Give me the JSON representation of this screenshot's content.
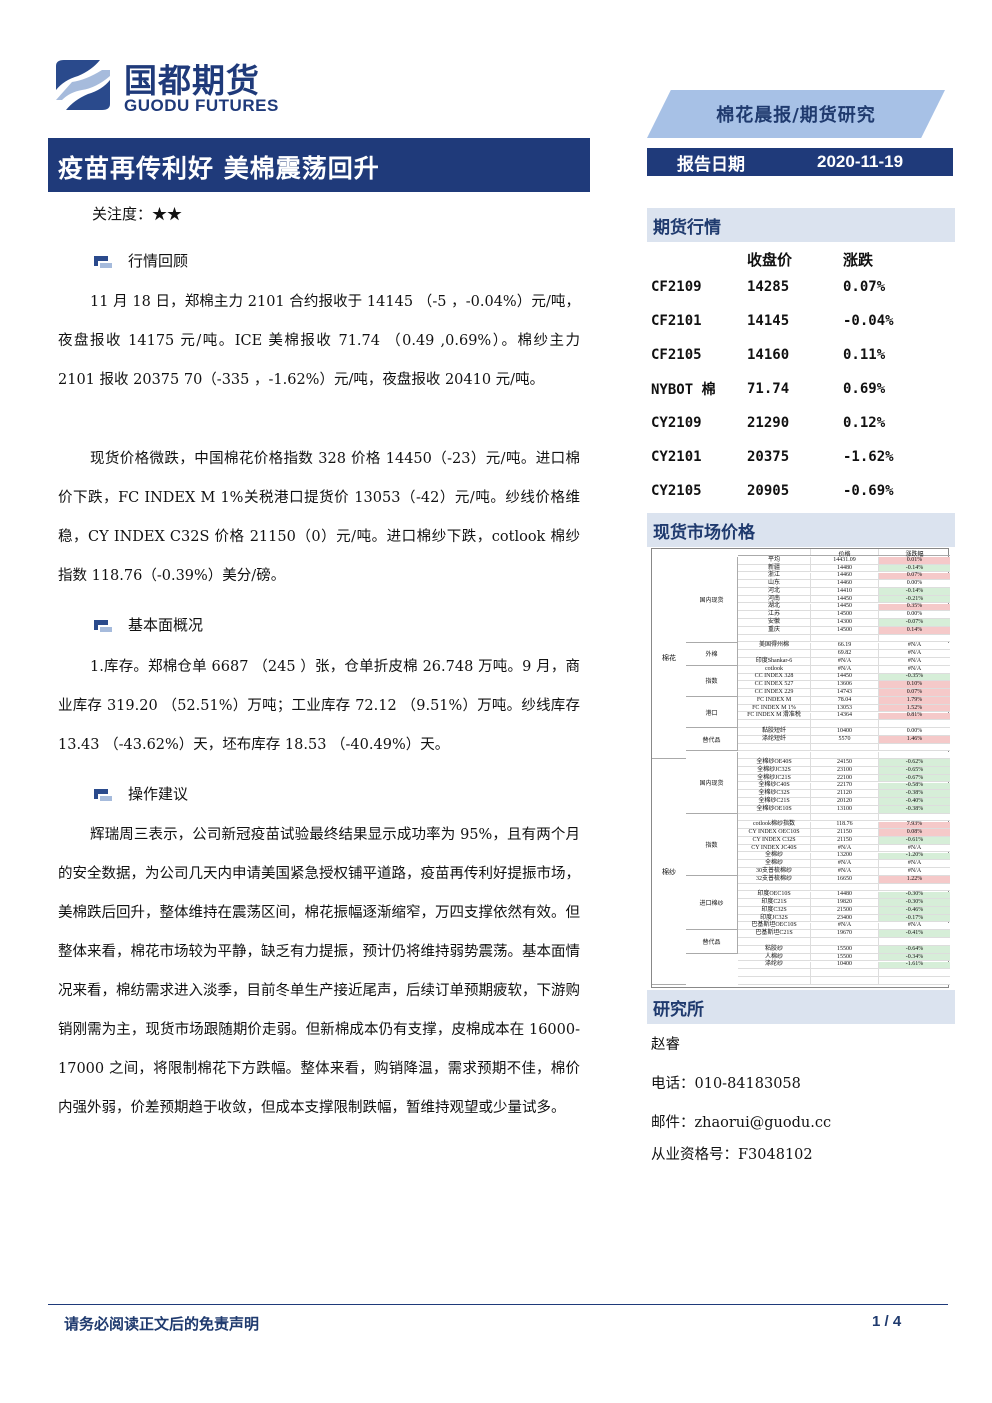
{
  "header": {
    "logo_cn": "国都期货",
    "logo_en": "GUODU FUTURES",
    "banner": "棉花晨报/期货研究",
    "title": "疫苗再传利好 美棉震荡回升",
    "date_label": "报告日期",
    "date_value": "2020-11-19"
  },
  "attention": "关注度：★★",
  "sections": [
    {
      "heading": "行情回顾",
      "paragraphs": [
        "11 月 18 日，郑棉主力 2101 合约报收于 14145 （-5 ，-0.04%）元/吨，夜盘报收 14175 元/吨。ICE 美棉报收 71.74 （0.49 ,0.69%）。棉纱主力 2101 报收 20375 70（-335 ，-1.62%）元/吨，夜盘报收 20410 元/吨。",
        "现货价格微跌，中国棉花价格指数 328 价格 14450（-23）元/吨。进口棉价下跌，FC INDEX M 1%关税港口提货价 13053（-42）元/吨。纱线价格维稳，CY INDEX C32S 价格 21150（0）元/吨。进口棉纱下跌，cotlook 棉纱指数 118.76（-0.39%）美分/磅。"
      ]
    },
    {
      "heading": "基本面概况",
      "paragraphs": [
        "1.库存。郑棉仓单 6687 （245 ）张，仓单折皮棉 26.748 万吨。9 月，商业库存 319.20 （52.51%）万吨；工业库存 72.12 （9.51%）万吨。纱线库存 13.43 （-43.62%）天，坯布库存 18.53 （-40.49%）天。"
      ]
    },
    {
      "heading": "操作建议",
      "paragraphs": [
        "辉瑞周三表示，公司新冠疫苗试验最终结果显示成功率为 95%，且有两个月的安全数据，为公司几天内申请美国紧急授权铺平道路，疫苗再传利好提振市场，美棉跌后回升，整体维持在震荡区间，棉花振幅逐渐缩窄，万四支撑依然有效。但整体来看，棉花市场较为平静，缺乏有力提振，预计仍将维持弱势震荡。基本面情况来看，棉纺需求进入淡季，目前冬单生产接近尾声，后续订单预期疲软，下游购销刚需为主，现货市场跟随期价走弱。但新棉成本仍有支撑，皮棉成本在 16000-17000 之间，将限制棉花下方跌幅。整体来看，购销降温，需求预期不佳，棉价内强外弱，价差预期趋于收敛，但成本支撑限制跌幅，暂维持观望或少量试多。"
      ]
    }
  ],
  "futures": {
    "heading": "期货行情",
    "col_close": "收盘价",
    "col_change": "涨跌",
    "rows": [
      {
        "name": "CF2109",
        "close": "14285",
        "change": "0.07%"
      },
      {
        "name": "CF2101",
        "close": "14145",
        "change": "-0.04%"
      },
      {
        "name": "CF2105",
        "close": "14160",
        "change": "0.11%"
      },
      {
        "name": "NYBOT 棉",
        "close": "71.74",
        "change": "0.69%"
      },
      {
        "name": "CY2109",
        "close": "21290",
        "change": "0.12%"
      },
      {
        "name": "CY2101",
        "close": "20375",
        "change": "-1.62%"
      },
      {
        "name": "CY2105",
        "close": "20905",
        "change": "-0.69%"
      }
    ]
  },
  "spot": {
    "heading": "现货市场价格",
    "col_price": "价格",
    "col_change": "涨跌幅",
    "groups": [
      {
        "name": "棉花",
        "rows": 26
      },
      {
        "name": "棉纱",
        "rows": 29
      }
    ],
    "subgroups": [
      {
        "name": "国内现货",
        "rows": 11
      },
      {
        "name": "外棉",
        "rows": 3
      },
      {
        "name": "指数",
        "rows": 4
      },
      {
        "name": "港口",
        "rows": 4
      },
      {
        "name": "替代品",
        "rows": 3
      },
      {
        "name": "国内现货",
        "rows": 8
      },
      {
        "name": "指数",
        "rows": 8
      },
      {
        "name": "进口棉纱",
        "rows": 7
      },
      {
        "name": "替代品",
        "rows": 3
      }
    ],
    "rows": [
      {
        "item": "平均",
        "price": "14431.09",
        "change": "0.01%",
        "tone": "pos"
      },
      {
        "item": "新疆",
        "price": "14480",
        "change": "-0.14%",
        "tone": "neg"
      },
      {
        "item": "浙江",
        "price": "14460",
        "change": "0.07%",
        "tone": "pos"
      },
      {
        "item": "山东",
        "price": "14460",
        "change": "0.00%",
        "tone": "neu"
      },
      {
        "item": "河北",
        "price": "14410",
        "change": "-0.14%",
        "tone": "neg"
      },
      {
        "item": "河南",
        "price": "14450",
        "change": "-0.21%",
        "tone": "neg"
      },
      {
        "item": "湖北",
        "price": "14450",
        "change": "0.35%",
        "tone": "pos"
      },
      {
        "item": "江苏",
        "price": "14500",
        "change": "0.00%",
        "tone": "neu"
      },
      {
        "item": "安徽",
        "price": "14300",
        "change": "-0.07%",
        "tone": "neg"
      },
      {
        "item": "重庆",
        "price": "14500",
        "change": "0.14%",
        "tone": "pos"
      },
      {
        "item": "",
        "price": "",
        "change": "",
        "tone": "neu"
      },
      {
        "item": "美国得州棉",
        "price": "66.19",
        "change": "#N/A",
        "tone": "neu"
      },
      {
        "item": "",
        "price": "69.82",
        "change": "#N/A",
        "tone": "neu"
      },
      {
        "item": "印度Shankar-6",
        "price": "#N/A",
        "change": "#N/A",
        "tone": "neu"
      },
      {
        "item": "cotlook",
        "price": "#N/A",
        "change": "#N/A",
        "tone": "neu"
      },
      {
        "item": "CC INDEX 328",
        "price": "14450",
        "change": "-0.35%",
        "tone": "neg"
      },
      {
        "item": "CC INDEX 527",
        "price": "13606",
        "change": "0.10%",
        "tone": "pos"
      },
      {
        "item": "CC INDEX 229",
        "price": "14743",
        "change": "0.07%",
        "tone": "pos"
      },
      {
        "item": "FC INDEX M",
        "price": "78.04",
        "change": "1.79%",
        "tone": "pos"
      },
      {
        "item": "FC INDEX M 1%",
        "price": "13053",
        "change": "1.52%",
        "tone": "pos"
      },
      {
        "item": "FC INDEX M 滑准税",
        "price": "14364",
        "change": "0.81%",
        "tone": "pos"
      },
      {
        "item": "",
        "price": "",
        "change": "",
        "tone": "neu"
      },
      {
        "item": "黏胶短纤",
        "price": "10400",
        "change": "0.00%",
        "tone": "neu"
      },
      {
        "item": "涤纶短纤",
        "price": "5570",
        "change": "1.46%",
        "tone": "pos"
      },
      {
        "item": "",
        "price": "",
        "change": "",
        "tone": "neu"
      },
      {
        "item": "",
        "price": "",
        "change": "",
        "tone": "neu"
      },
      {
        "item": "全棉纱OE40S",
        "price": "24150",
        "change": "-0.62%",
        "tone": "neg"
      },
      {
        "item": "全棉纱JC32S",
        "price": "23100",
        "change": "-0.65%",
        "tone": "neg"
      },
      {
        "item": "全棉纱JC21S",
        "price": "22100",
        "change": "-0.67%",
        "tone": "neg"
      },
      {
        "item": "全棉纱C40S",
        "price": "22170",
        "change": "-0.58%",
        "tone": "neg"
      },
      {
        "item": "全棉纱C32S",
        "price": "21120",
        "change": "-0.38%",
        "tone": "neg"
      },
      {
        "item": "全棉纱C21S",
        "price": "20120",
        "change": "-0.40%",
        "tone": "neg"
      },
      {
        "item": "全棉纱OE10S",
        "price": "13100",
        "change": "-0.38%",
        "tone": "neg"
      },
      {
        "item": "",
        "price": "",
        "change": "",
        "tone": "neu"
      },
      {
        "item": "cotlook棉纱指数",
        "price": "118.76",
        "change": "7.93%",
        "tone": "pos"
      },
      {
        "item": "CY INDEX OEC10S",
        "price": "21150",
        "change": "0.08%",
        "tone": "pos"
      },
      {
        "item": "CY INDEX C32S",
        "price": "21150",
        "change": "-0.61%",
        "tone": "neg"
      },
      {
        "item": "CY INDEX JC40S",
        "price": "#N/A",
        "change": "#N/A",
        "tone": "neu"
      },
      {
        "item": "全棉纱",
        "price": "13200",
        "change": "-1.20%",
        "tone": "neg"
      },
      {
        "item": "全棉纱",
        "price": "#N/A",
        "change": "#N/A",
        "tone": "neu"
      },
      {
        "item": "30支普梳棉纱",
        "price": "#N/A",
        "change": "#N/A",
        "tone": "neu"
      },
      {
        "item": "32支普梳棉纱",
        "price": "16650",
        "change": "1.22%",
        "tone": "pos"
      },
      {
        "item": "",
        "price": "",
        "change": "",
        "tone": "neu"
      },
      {
        "item": "印度OEC10S",
        "price": "14480",
        "change": "-0.30%",
        "tone": "neg"
      },
      {
        "item": "印度C21S",
        "price": "19820",
        "change": "-0.30%",
        "tone": "neg"
      },
      {
        "item": "印度C32S",
        "price": "21500",
        "change": "-0.46%",
        "tone": "neg"
      },
      {
        "item": "印度JC32S",
        "price": "23400",
        "change": "-0.17%",
        "tone": "neg"
      },
      {
        "item": "巴基斯坦OEC10S",
        "price": "#N/A",
        "change": "#N/A",
        "tone": "neu"
      },
      {
        "item": "巴基斯坦C21S",
        "price": "19670",
        "change": "-0.41%",
        "tone": "neg"
      },
      {
        "item": "",
        "price": "",
        "change": "",
        "tone": "neu"
      },
      {
        "item": "粘胶纱",
        "price": "15500",
        "change": "-0.64%",
        "tone": "neg"
      },
      {
        "item": "人棉纱",
        "price": "15500",
        "change": "-0.34%",
        "tone": "neg"
      },
      {
        "item": "涤纶纱",
        "price": "10400",
        "change": "-1.61%",
        "tone": "neg"
      },
      {
        "item": "",
        "price": "",
        "change": "",
        "tone": "neu"
      },
      {
        "item": "",
        "price": "",
        "change": "",
        "tone": "neu"
      }
    ]
  },
  "research": {
    "heading": "研究所",
    "name": "赵睿",
    "phone": "电话：010-84183058",
    "email": "邮件：zhaorui@guodu.cc",
    "license": "从业资格号：F3048102"
  },
  "footer": {
    "disclaimer": "请务必阅读正文后的免责声明",
    "page": "1 / 4"
  },
  "colors": {
    "brand_navy": "#1f3a7a",
    "banner_blue": "#a7c1e6",
    "side_header_bg": "#dbe3ef",
    "pos_cell": "#f5c9c9",
    "neg_cell": "#d6eed8"
  }
}
